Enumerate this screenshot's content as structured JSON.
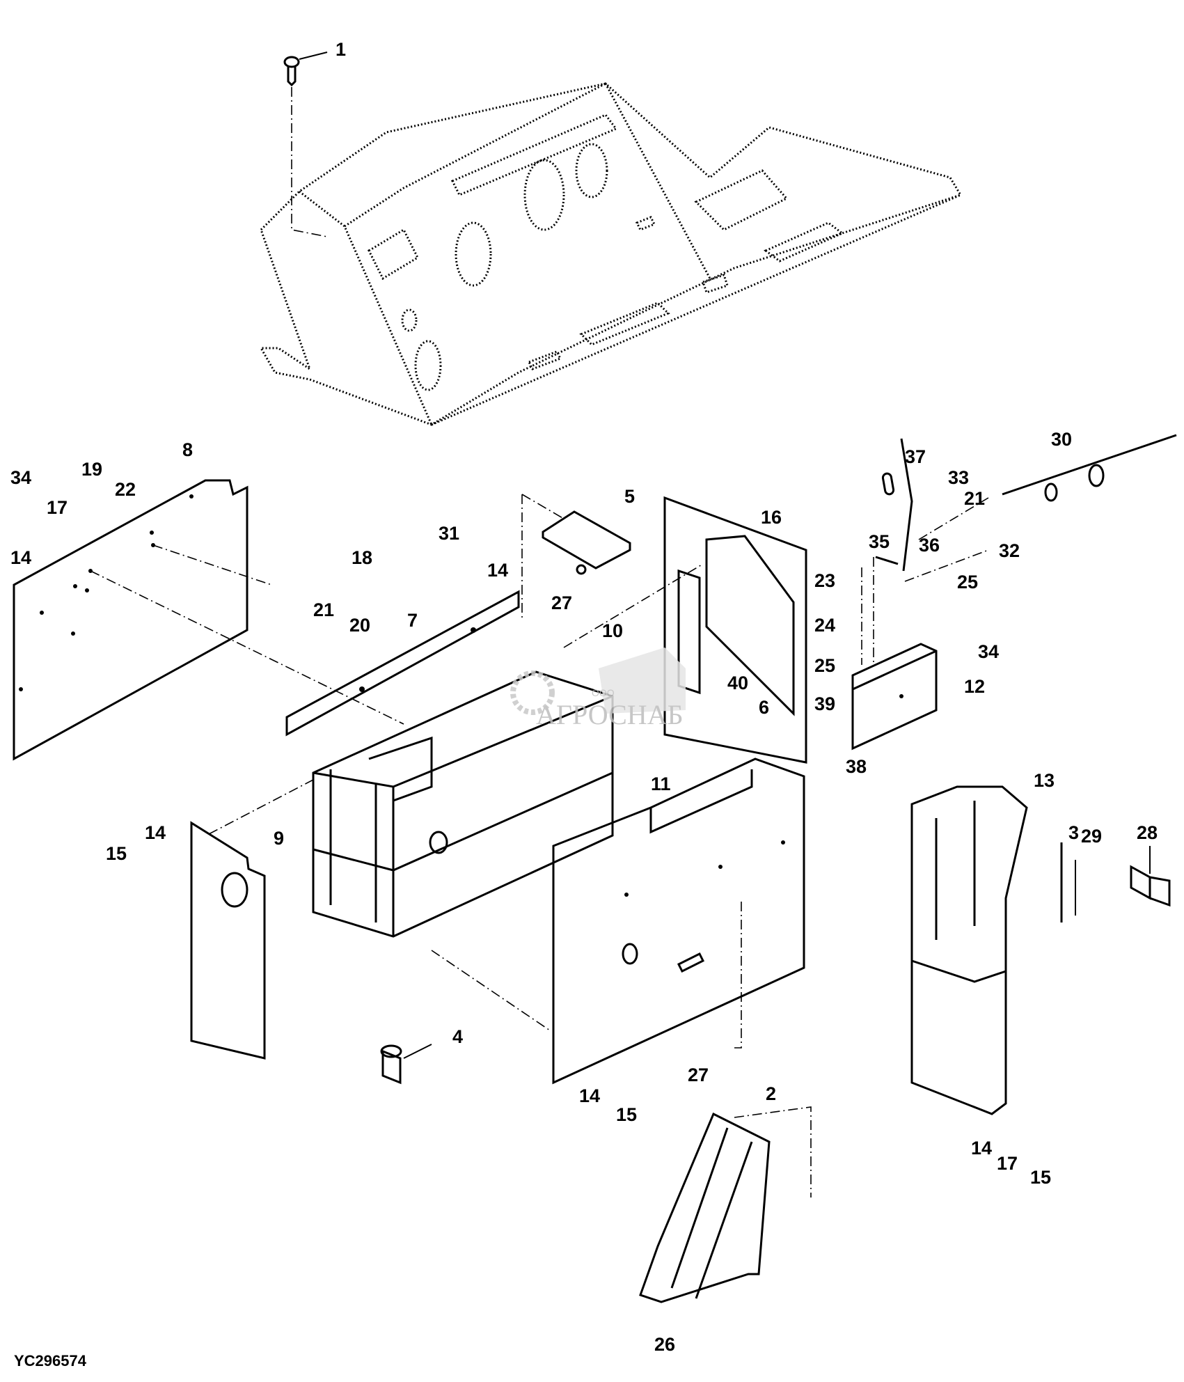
{
  "diagram": {
    "type": "exploded-parts-diagram",
    "figure_code": "YC296574",
    "watermark": {
      "prefix": "ООО",
      "name": "АГРОСНАБ"
    },
    "callouts": [
      {
        "id": "c1",
        "label": "1"
      },
      {
        "id": "c2",
        "label": "2"
      },
      {
        "id": "c3",
        "label": "3"
      },
      {
        "id": "c4",
        "label": "4"
      },
      {
        "id": "c5",
        "label": "5"
      },
      {
        "id": "c6",
        "label": "6"
      },
      {
        "id": "c7",
        "label": "7"
      },
      {
        "id": "c8",
        "label": "8"
      },
      {
        "id": "c9",
        "label": "9"
      },
      {
        "id": "c10",
        "label": "10"
      },
      {
        "id": "c11",
        "label": "11"
      },
      {
        "id": "c12",
        "label": "12"
      },
      {
        "id": "c13",
        "label": "13"
      },
      {
        "id": "c14a",
        "label": "14"
      },
      {
        "id": "c14b",
        "label": "14"
      },
      {
        "id": "c14c",
        "label": "14"
      },
      {
        "id": "c14d",
        "label": "14"
      },
      {
        "id": "c14e",
        "label": "14"
      },
      {
        "id": "c15a",
        "label": "15"
      },
      {
        "id": "c15b",
        "label": "15"
      },
      {
        "id": "c15c",
        "label": "15"
      },
      {
        "id": "c16",
        "label": "16"
      },
      {
        "id": "c17a",
        "label": "17"
      },
      {
        "id": "c17b",
        "label": "17"
      },
      {
        "id": "c18",
        "label": "18"
      },
      {
        "id": "c19",
        "label": "19"
      },
      {
        "id": "c20",
        "label": "20"
      },
      {
        "id": "c21a",
        "label": "21"
      },
      {
        "id": "c21b",
        "label": "21"
      },
      {
        "id": "c22",
        "label": "22"
      },
      {
        "id": "c23",
        "label": "23"
      },
      {
        "id": "c24",
        "label": "24"
      },
      {
        "id": "c25a",
        "label": "25"
      },
      {
        "id": "c25b",
        "label": "25"
      },
      {
        "id": "c26",
        "label": "26"
      },
      {
        "id": "c27a",
        "label": "27"
      },
      {
        "id": "c27b",
        "label": "27"
      },
      {
        "id": "c28",
        "label": "28"
      },
      {
        "id": "c29",
        "label": "29"
      },
      {
        "id": "c30",
        "label": "30"
      },
      {
        "id": "c31",
        "label": "31"
      },
      {
        "id": "c32",
        "label": "32"
      },
      {
        "id": "c33",
        "label": "33"
      },
      {
        "id": "c34a",
        "label": "34"
      },
      {
        "id": "c34b",
        "label": "34"
      },
      {
        "id": "c35",
        "label": "35"
      },
      {
        "id": "c36",
        "label": "36"
      },
      {
        "id": "c37",
        "label": "37"
      },
      {
        "id": "c38",
        "label": "38"
      },
      {
        "id": "c39",
        "label": "39"
      },
      {
        "id": "c40",
        "label": "40"
      }
    ]
  }
}
